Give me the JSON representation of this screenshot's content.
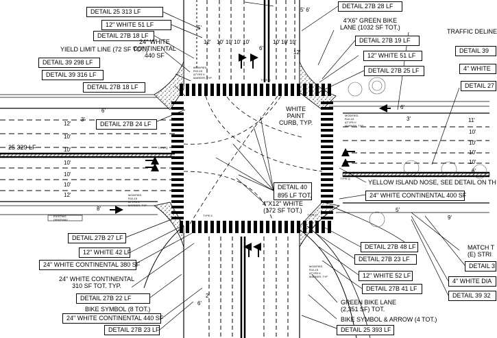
{
  "callouts": {
    "detail_25_313": "DETAIL 25 313 LF",
    "white_12_51_top": "12\" WHITE 51 LF",
    "detail_27b_18_top": "DETAIL 27B 18 LF",
    "detail_39_298": "DETAIL 39 298 LF",
    "detail_39_316": "DETAIL 39 316 LF",
    "detail_27b_18_mid": "DETAIL 27B 18 LF",
    "detail_27b_24": "DETAIL 27B 24 LF",
    "detail_27b_28": "DETAIL 27B 28 LF",
    "detail_27b_19": "DETAIL 27B 19 LF",
    "white_12_51_right": "12\" WHITE 51 LF",
    "detail_27b_25": "DETAIL 27B 25 LF",
    "detail_39_right": "DETAIL 39",
    "white_4_right": "4\" WHITE",
    "detail_27_right": "DETAIL 27",
    "detail_40_895": "DETAIL 40\n895 LF TOT.",
    "continental_400": "24\" WHITE CONTINENTAL 400 SF",
    "detail_27b_27": "DETAIL 27B 27 LF",
    "white_12_42": "12\" WHITE 42 LF",
    "continental_380": "24\" WHITE CONTINENTAL 380 SF",
    "detail_27b_22": "DETAIL 27B 22 LF",
    "continental_440_bottom": "24\" WHITE CONTINENTAL 440 SF",
    "detail_27b_23_bottom": "DETAIL 27B 23 LF",
    "detail_27b_48": "DETAIL 27B 48 LF",
    "detail_27b_23_right": "DETAIL 27B 23 LF",
    "white_12_52": "12\" WHITE 52 LF",
    "detail_27b_41": "DETAIL 27B 41 LF",
    "detail_25_393": "DETAIL 25 393 LF",
    "detail_3_right": "DETAIL 3",
    "white_4_dia": "4\" WHITE DIA",
    "detail_39_32": "DETAIL 39 32"
  },
  "notes": {
    "yield_limit_line": "YIELD LIMIT LINE (72 SF TOT.)",
    "continental_440_top": "24\" WHITE\nCONTINENTAL\n440 SF",
    "green_bike_lane_top": "4'X6\" GREEN BIKE\nLANE (1032 SF TOT.)",
    "traffic_deline": "TRAFFIC DELINE",
    "white_paint_curb": "WHITE\nPAINT\nCURB, TYP.",
    "yellow_island_nose": "YELLOW ISLAND NOSE, SEE DETAIL ON TH",
    "white_4x12": "4\"X12\" WHITE\n(172 SF TOT.)",
    "continental_310": "24\" WHITE CONTINENTAL\n310 SF TOT. TYP.",
    "bike_symbol_8": "BIKE SYMBOL (8 TOT.)",
    "green_bike_lane_bottom": "GREEN BIKE LANE\n(2,351 SF) TOT.",
    "bike_symbol_arrow": "BIKE SYMBOL & ARROW (4 TOT.)",
    "match_t": "MATCH T\n(E) STRI",
    "detail_25_329": "25 329 LF",
    "existing_driveway": "EXISTING\nDRIVEWAY"
  },
  "dims": {
    "top_lane_widths": [
      "12'",
      "10'",
      "10'",
      "10'",
      "10'",
      "6'",
      "10'",
      "10'",
      "10'",
      "12'"
    ],
    "top_5_6": "5' 6'",
    "top_5": "5'",
    "left_lanes": [
      "12'",
      "10'",
      "10'",
      "10'",
      "10'",
      "10'",
      "12'"
    ],
    "left_3": "3'",
    "left_6": "6'",
    "left_8": "8'",
    "right_lanes": [
      "11'",
      "10'",
      "10'",
      "10'",
      "10'",
      "6'"
    ],
    "right_6": "6'",
    "right_3": "3'",
    "right_5": "5'",
    "right_9": "9'",
    "bottom_2": "2'",
    "bottom_6": "6'"
  },
  "small_labels": {
    "modified_sign": "MODIFIED\nR10-15\n&TYPE K\nMARKER, TYP",
    "type_k": "TYPE K",
    "type_q": "TYPE Q"
  }
}
